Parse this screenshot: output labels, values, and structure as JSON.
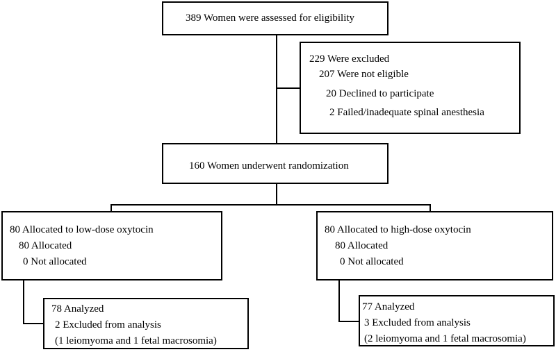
{
  "assessed": {
    "text": "389 Women were assessed for eligibility"
  },
  "excluded": {
    "title": "229 Were excluded",
    "items": [
      "207 Were not eligible",
      "20 Declined to participate",
      "2 Failed/inadequate spinal anesthesia"
    ]
  },
  "randomized": {
    "text": "160 Women underwent randomization"
  },
  "arms": [
    {
      "allocation": {
        "title": "80 Allocated to low-dose oxytocin",
        "items": [
          "80 Allocated",
          "0 Not allocated"
        ]
      },
      "analysis": {
        "title": "78 Analyzed",
        "items": [
          "2 Excluded from analysis",
          "(1 leiomyoma and 1 fetal macrosomia)"
        ]
      }
    },
    {
      "allocation": {
        "title": "80 Allocated to high-dose oxytocin",
        "items": [
          "80 Allocated",
          "0 Not allocated"
        ]
      },
      "analysis": {
        "title": "77 Analyzed",
        "items": [
          "3 Excluded from analysis",
          "(2 leiomyoma and 1 fetal macrosomia)"
        ]
      }
    }
  ]
}
